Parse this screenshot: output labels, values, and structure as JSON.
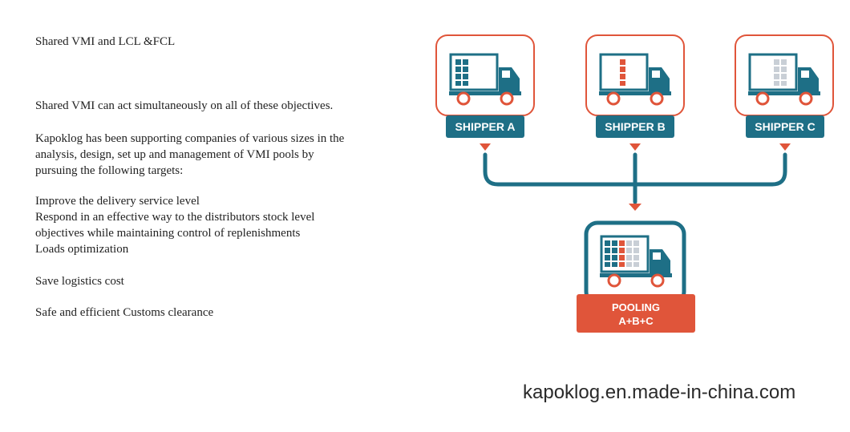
{
  "text": {
    "title": "Shared VMI  and  LCL &FCL",
    "intro": "Shared VMI can act simultaneously on all of these objectives.",
    "para": [
      "Kapoklog has been supporting companies of various sizes in the",
      "analysis, design, set up and management of VMI pools by",
      "pursuing the following targets:"
    ],
    "targets": [
      "Improve the delivery service level",
      "Respond in an effective way to the distributors stock level",
      "objectives while maintaining control of replenishments",
      "Loads optimization"
    ],
    "cost": "Save logistics cost",
    "customs": "Safe and efficient Customs clearance"
  },
  "diagram": {
    "shippers": [
      "SHIPPER A",
      "SHIPPER B",
      "SHIPPER C"
    ],
    "pooling_line1": "POOLING",
    "pooling_line2": "A+B+C"
  },
  "colors": {
    "teal": "#1e6f86",
    "orange": "#e0553a",
    "truck": "#1e6f86",
    "box_blue": "#a9c6d8",
    "box_red": "#e0553a",
    "box_gray": "#c9cfd6"
  },
  "footer": {
    "url": "kapoklog.en.made-in-china.com"
  }
}
